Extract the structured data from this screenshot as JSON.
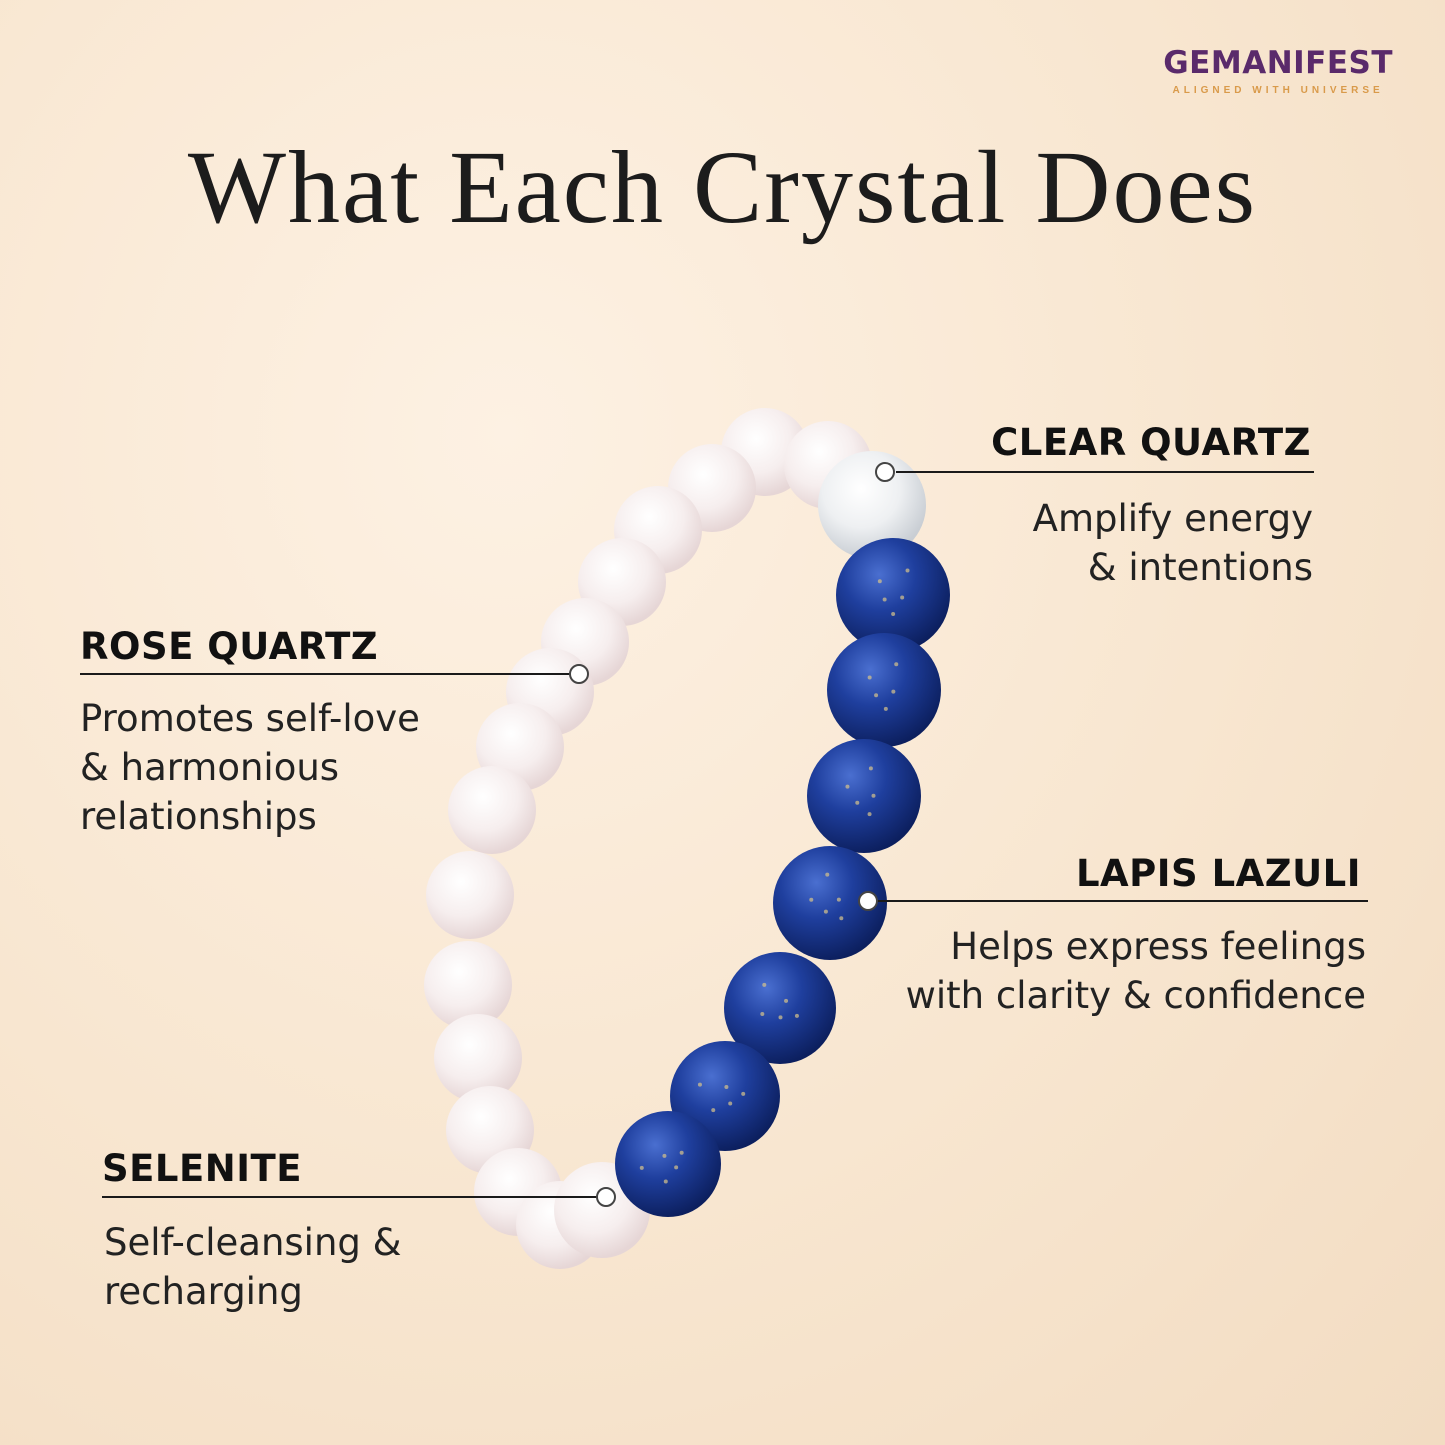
{
  "brand": {
    "name": "GEMANIFEST",
    "tagline": "ALIGNED WITH UNIVERSE"
  },
  "title": "What Each Crystal Does",
  "crystals": [
    {
      "name": "CLEAR QUARTZ",
      "description": "Amplify energy\n& intentions"
    },
    {
      "name": "ROSE QUARTZ",
      "description": "Promotes self-love\n& harmonious\nrelationships"
    },
    {
      "name": "LAPIS LAZULI",
      "description": "Helps express feelings\nwith clarity & confidence"
    },
    {
      "name": "SELENITE",
      "description": "Self-cleansing &\nrecharging"
    }
  ],
  "colors": {
    "background": "#f8e6d0",
    "brand": "#5a2a6b",
    "tagline": "#d99a4a",
    "lapis": "#1f3f9e",
    "quartz": "#f5eeee"
  },
  "image": {
    "subject": "bracelet-icon"
  }
}
